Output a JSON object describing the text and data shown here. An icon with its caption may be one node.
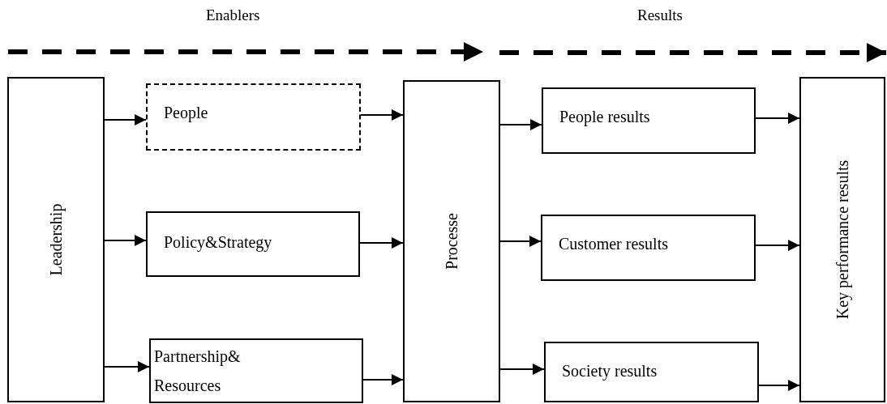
{
  "diagram": {
    "nodes": [
      {
        "text": [
          "Leadership"
        ]
      },
      {
        "text": [
          "People"
        ]
      },
      {
        "text": [
          "Policy&Strategy"
        ]
      },
      {
        "text": [
          "Partnership& Resources"
        ]
      },
      {
        "text": [
          "Processe"
        ]
      },
      {
        "text": [
          "People results"
        ]
      },
      {
        "text": [
          "Customer results"
        ]
      },
      {
        "text": [
          "Society results"
        ]
      },
      {
        "text": [
          "Key performance  results"
        ]
      }
    ],
    "edges": [
      {
        "from": 0,
        "to": 1,
        "arrow": "to"
      },
      {
        "from": 0,
        "to": 2,
        "arrow": "to"
      },
      {
        "from": 0,
        "to": 3,
        "arrow": "to"
      },
      {
        "from": 1,
        "to": 4,
        "arrow": "to"
      },
      {
        "from": 2,
        "to": 4,
        "arrow": "to"
      },
      {
        "from": 3,
        "to": 4,
        "arrow": "to"
      },
      {
        "from": 4,
        "to": 5,
        "arrow": "to"
      },
      {
        "from": 4,
        "to": 6,
        "arrow": "to"
      },
      {
        "from": 4,
        "to": 7,
        "arrow": "to"
      },
      {
        "from": 5,
        "to": 8,
        "arrow": "to"
      },
      {
        "from": 6,
        "to": 8,
        "arrow": "to"
      },
      {
        "from": 7,
        "to": 8,
        "arrow": "to"
      }
    ],
    "labels": [
      "Enablers",
      "Results"
    ]
  }
}
